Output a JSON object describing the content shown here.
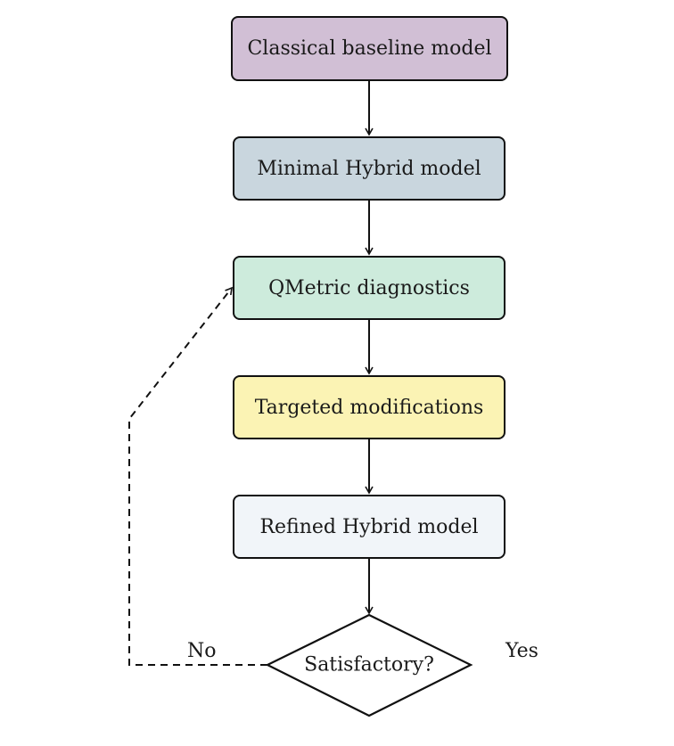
{
  "nodes": [
    {
      "id": "classical",
      "label": "Classical baseline model",
      "fill": "#d1bfd5"
    },
    {
      "id": "minimal",
      "label": "Minimal Hybrid model",
      "fill": "#c9d6de"
    },
    {
      "id": "qmetric",
      "label": "QMetric diagnostics",
      "fill": "#cdebdc"
    },
    {
      "id": "targeted",
      "label": "Targeted modifications",
      "fill": "#fbf3b4"
    },
    {
      "id": "refined",
      "label": "Refined Hybrid model",
      "fill": "#f1f5f9"
    }
  ],
  "decision": {
    "label": "Satisfactory?"
  },
  "branches": {
    "no": "No",
    "yes": "Yes"
  },
  "colors": {
    "stroke": "#111111",
    "background": "#ffffff"
  }
}
